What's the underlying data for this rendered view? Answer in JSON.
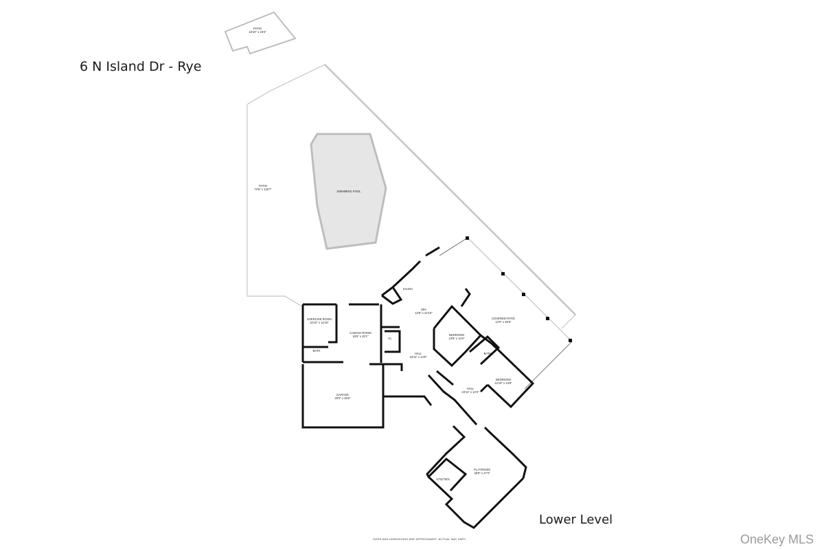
{
  "header": {
    "title": "6 N Island Dr - Rye"
  },
  "level_label": "Lower Level",
  "watermark": "OneKey MLS",
  "disclaimer": "SIZES AND DIMENSIONS ARE APPROXIMATE, ACTUAL MAY VARY.",
  "colors": {
    "wall": "#111111",
    "outline": "#bdbdbd",
    "pool_fill": "#e6e6e6",
    "background": "#ffffff",
    "watermark": "#9a9a9a"
  },
  "rooms": [
    {
      "name": "PATIO",
      "dims": "16'10\" x 19'4\""
    },
    {
      "name": "PATIO",
      "dims": "73'8\" x 120'7\""
    },
    {
      "name": "SWIMMING POOL",
      "dims": ""
    },
    {
      "name": "EXERCISE ROOM",
      "dims": "10'10\" x 12'10\""
    },
    {
      "name": "CABANA ROOM",
      "dims": "18'6\" x 20'1\""
    },
    {
      "name": "BATH",
      "dims": ""
    },
    {
      "name": "CL",
      "dims": ""
    },
    {
      "name": "SAUNA",
      "dims": ""
    },
    {
      "name": "SPA",
      "dims": "13'9\" x 22'10\""
    },
    {
      "name": "COVERED PATIO",
      "dims": "12'0\" x 45'6\""
    },
    {
      "name": "BEDROOM",
      "dims": "13'8\" x 14'0\""
    },
    {
      "name": "BATH",
      "dims": ""
    },
    {
      "name": "BEDROOM",
      "dims": "12'10\" x 13'8\""
    },
    {
      "name": "HALL",
      "dims": "18'11\" x 14'8\""
    },
    {
      "name": "HALL",
      "dims": "24'11\" x 12'3\""
    },
    {
      "name": "GARAGE",
      "dims": "20'0\" x 25'6\""
    },
    {
      "name": "PLAYROOM",
      "dims": "26'8\" x 27'3\""
    },
    {
      "name": "UTILITIES",
      "dims": ""
    }
  ]
}
